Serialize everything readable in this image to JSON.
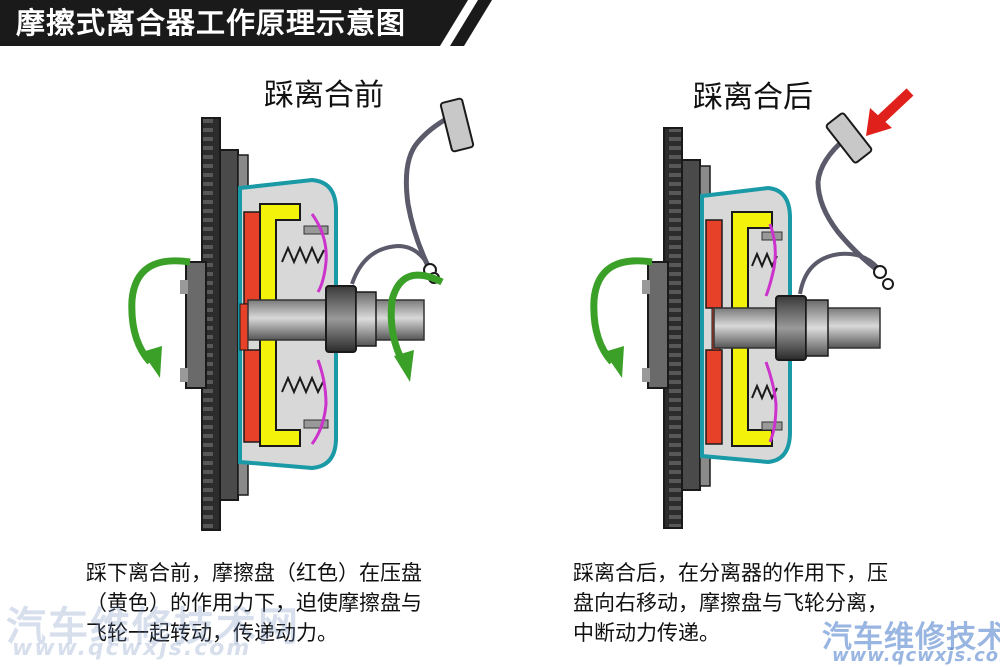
{
  "header": {
    "title": "摩擦式离合器工作原理示意图"
  },
  "panels": {
    "before": {
      "title": "踩离合前",
      "caption_lines": [
        "踩下离合前，摩擦盘（红色）在压盘",
        "（黄色）的作用力下，迫使摩擦盘与",
        "飞轮一起转动，传递动力。"
      ]
    },
    "after": {
      "title": "踩离合后",
      "caption_lines": [
        "踩离合后，在分离器的作用下，压",
        "盘向右移动，摩擦盘与飞轮分离，",
        "中断动力传递。"
      ]
    }
  },
  "watermarks": {
    "left_cn": "汽车维修技术网",
    "left_url": "www.qcwxjs.com",
    "right_cn": "汽车维修技术网",
    "right_url": "www.qcwxjs.com"
  },
  "colors": {
    "friction_disc": "#e8412a",
    "pressure_plate": "#f2f20a",
    "housing_outline": "#1a9aa6",
    "arrow_green": "#3aa028",
    "spring_magenta": "#cc33cc",
    "pedal_arrow_red": "#e0201a",
    "title_bar": "#1a1a1a"
  }
}
